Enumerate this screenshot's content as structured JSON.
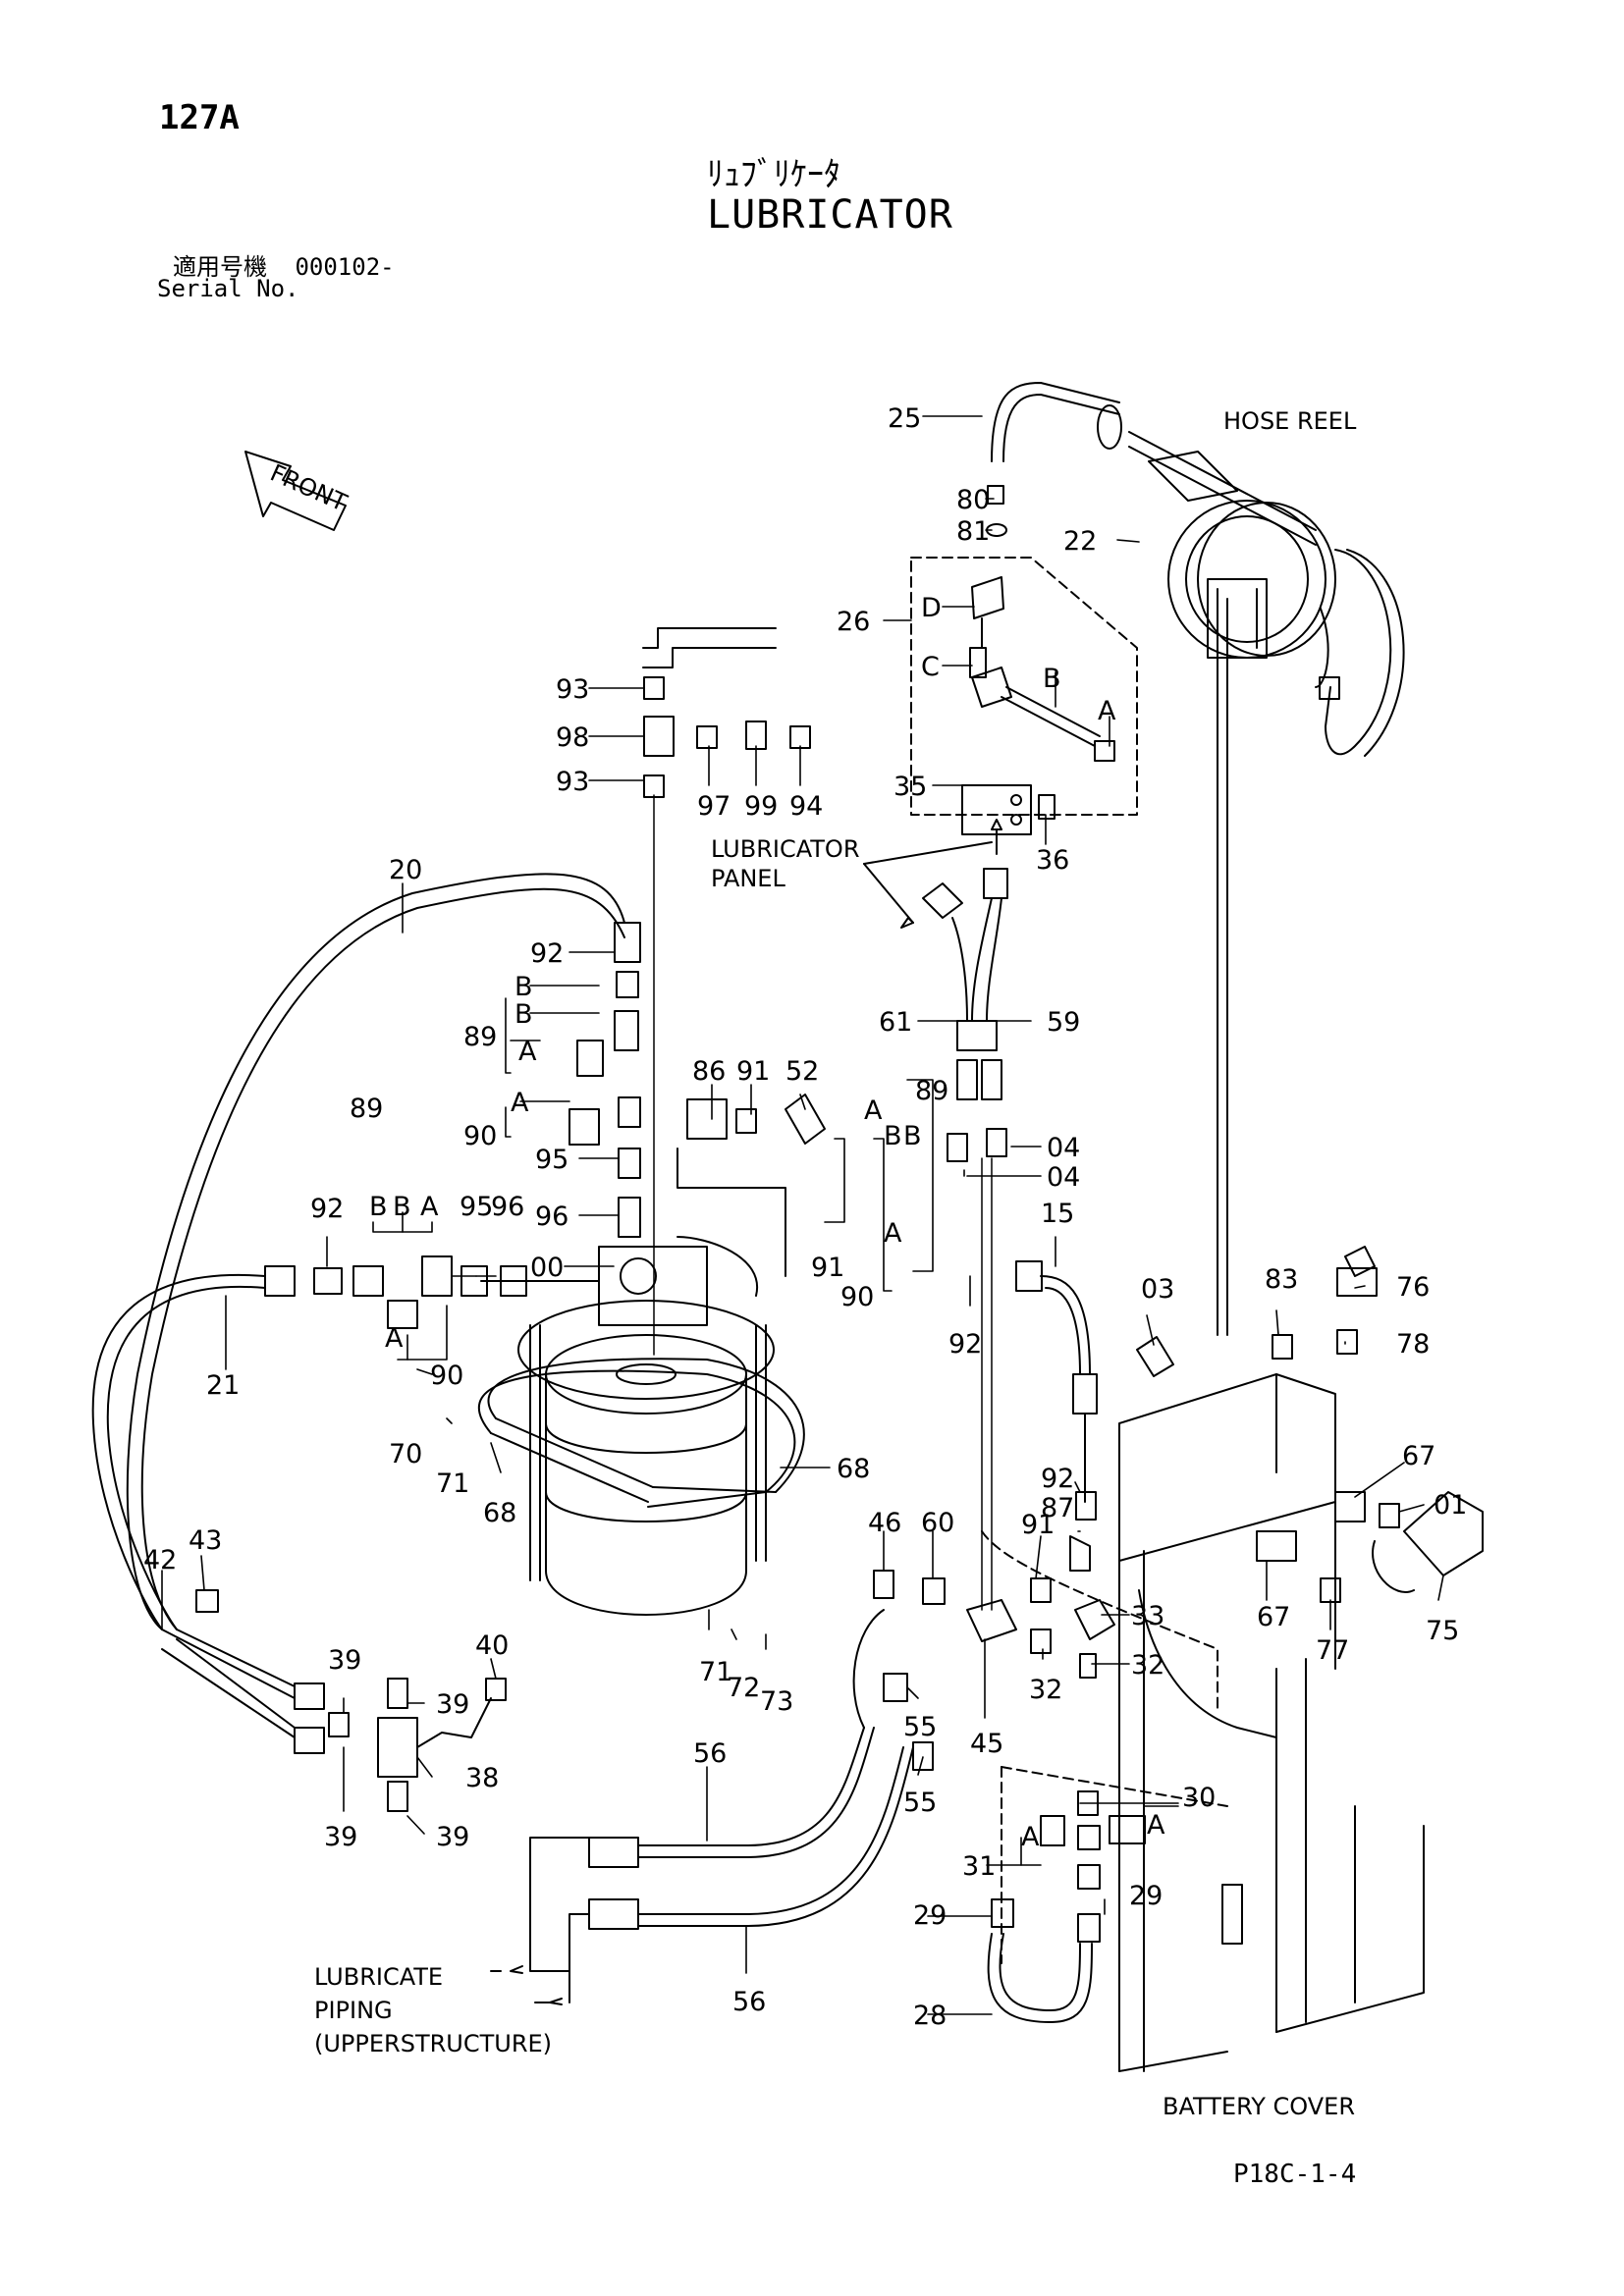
{
  "header": {
    "page_number": "127A",
    "title_jp": "ﾘｭﾌﾞﾘｹｰﾀ",
    "title_en": "LUBRICATOR",
    "serial_label_jp": "適用号機",
    "serial_value": "000102-",
    "serial_label_en": "Serial No."
  },
  "footer": {
    "doc_code": "P18C-1-4"
  },
  "labels": {
    "front": "FRONT",
    "hose_reel": "HOSE REEL",
    "lubricator_panel_1": "LUBRICATOR",
    "lubricator_panel_2": "PANEL",
    "lubricate_piping_1": "LUBRICATE",
    "lubricate_piping_2": "PIPING",
    "lubricate_piping_3": "(UPPERSTRUCTURE)",
    "battery_cover": "BATTERY COVER"
  },
  "callouts": [
    {
      "id": "c25",
      "text": "25"
    },
    {
      "id": "c80",
      "text": "80"
    },
    {
      "id": "c81",
      "text": "81"
    },
    {
      "id": "c22",
      "text": "22"
    },
    {
      "id": "c26",
      "text": "26"
    },
    {
      "id": "cD",
      "text": "D"
    },
    {
      "id": "cC",
      "text": "C"
    },
    {
      "id": "cB1",
      "text": "B"
    },
    {
      "id": "cA1",
      "text": "A"
    },
    {
      "id": "c35",
      "text": "35"
    },
    {
      "id": "c36",
      "text": "36"
    },
    {
      "id": "c93a",
      "text": "93"
    },
    {
      "id": "c98",
      "text": "98"
    },
    {
      "id": "c93b",
      "text": "93"
    },
    {
      "id": "c97",
      "text": "97"
    },
    {
      "id": "c99",
      "text": "99"
    },
    {
      "id": "c94",
      "text": "94"
    },
    {
      "id": "c20",
      "text": "20"
    },
    {
      "id": "c92a",
      "text": "92"
    },
    {
      "id": "cB2",
      "text": "B"
    },
    {
      "id": "cB3",
      "text": "B"
    },
    {
      "id": "c89a",
      "text": "89"
    },
    {
      "id": "cA2",
      "text": "A"
    },
    {
      "id": "cA3",
      "text": "A"
    },
    {
      "id": "c90a",
      "text": "90"
    },
    {
      "id": "c95a",
      "text": "95"
    },
    {
      "id": "c96a",
      "text": "96"
    },
    {
      "id": "c00",
      "text": "00"
    },
    {
      "id": "c86",
      "text": "86"
    },
    {
      "id": "c91a",
      "text": "91"
    },
    {
      "id": "c52",
      "text": "52"
    },
    {
      "id": "cA4",
      "text": "A"
    },
    {
      "id": "cB4",
      "text": "B"
    },
    {
      "id": "cB5",
      "text": "B"
    },
    {
      "id": "c89b",
      "text": "89"
    },
    {
      "id": "c61",
      "text": "61"
    },
    {
      "id": "c59",
      "text": "59"
    },
    {
      "id": "c04a",
      "text": "04"
    },
    {
      "id": "c04b",
      "text": "04"
    },
    {
      "id": "c91b",
      "text": "91"
    },
    {
      "id": "cA5",
      "text": "A"
    },
    {
      "id": "c90b",
      "text": "90"
    },
    {
      "id": "c92b",
      "text": "92"
    },
    {
      "id": "c15",
      "text": "15"
    },
    {
      "id": "c89c",
      "text": "89"
    },
    {
      "id": "c92c",
      "text": "92"
    },
    {
      "id": "cB6",
      "text": "B"
    },
    {
      "id": "cB7",
      "text": "B"
    },
    {
      "id": "cA6",
      "text": "A"
    },
    {
      "id": "c95b",
      "text": "95"
    },
    {
      "id": "c96b",
      "text": "96"
    },
    {
      "id": "cA7",
      "text": "A"
    },
    {
      "id": "c90c",
      "text": "90"
    },
    {
      "id": "c21",
      "text": "21"
    },
    {
      "id": "c70",
      "text": "70"
    },
    {
      "id": "c71a",
      "text": "71"
    },
    {
      "id": "c68a",
      "text": "68"
    },
    {
      "id": "c68b",
      "text": "68"
    },
    {
      "id": "c71b",
      "text": "71"
    },
    {
      "id": "c72",
      "text": "72"
    },
    {
      "id": "c73",
      "text": "73"
    },
    {
      "id": "c43",
      "text": "43"
    },
    {
      "id": "c42",
      "text": "42"
    },
    {
      "id": "c39a",
      "text": "39"
    },
    {
      "id": "c39b",
      "text": "39"
    },
    {
      "id": "c40",
      "text": "40"
    },
    {
      "id": "c38",
      "text": "38"
    },
    {
      "id": "c39c",
      "text": "39"
    },
    {
      "id": "c39d",
      "text": "39"
    },
    {
      "id": "c56a",
      "text": "56"
    },
    {
      "id": "c56b",
      "text": "56"
    },
    {
      "id": "c46",
      "text": "46"
    },
    {
      "id": "c60",
      "text": "60"
    },
    {
      "id": "c55a",
      "text": "55"
    },
    {
      "id": "c55b",
      "text": "55"
    },
    {
      "id": "c45",
      "text": "45"
    },
    {
      "id": "c91c",
      "text": "91"
    },
    {
      "id": "c87",
      "text": "87"
    },
    {
      "id": "c92d",
      "text": "92"
    },
    {
      "id": "c33",
      "text": "33"
    },
    {
      "id": "c32a",
      "text": "32"
    },
    {
      "id": "c32b",
      "text": "32"
    },
    {
      "id": "c30",
      "text": "30"
    },
    {
      "id": "cA8",
      "text": "A"
    },
    {
      "id": "cA9",
      "text": "A"
    },
    {
      "id": "c31",
      "text": "31"
    },
    {
      "id": "c29a",
      "text": "29"
    },
    {
      "id": "c29b",
      "text": "29"
    },
    {
      "id": "c28",
      "text": "28"
    },
    {
      "id": "c03",
      "text": "03"
    },
    {
      "id": "c83",
      "text": "83"
    },
    {
      "id": "c76",
      "text": "76"
    },
    {
      "id": "c78",
      "text": "78"
    },
    {
      "id": "c67a",
      "text": "67"
    },
    {
      "id": "c01",
      "text": "01"
    },
    {
      "id": "c67b",
      "text": "67"
    },
    {
      "id": "c77",
      "text": "77"
    },
    {
      "id": "c75",
      "text": "75"
    }
  ],
  "colors": {
    "ink": "#000000",
    "paper": "#ffffff"
  }
}
